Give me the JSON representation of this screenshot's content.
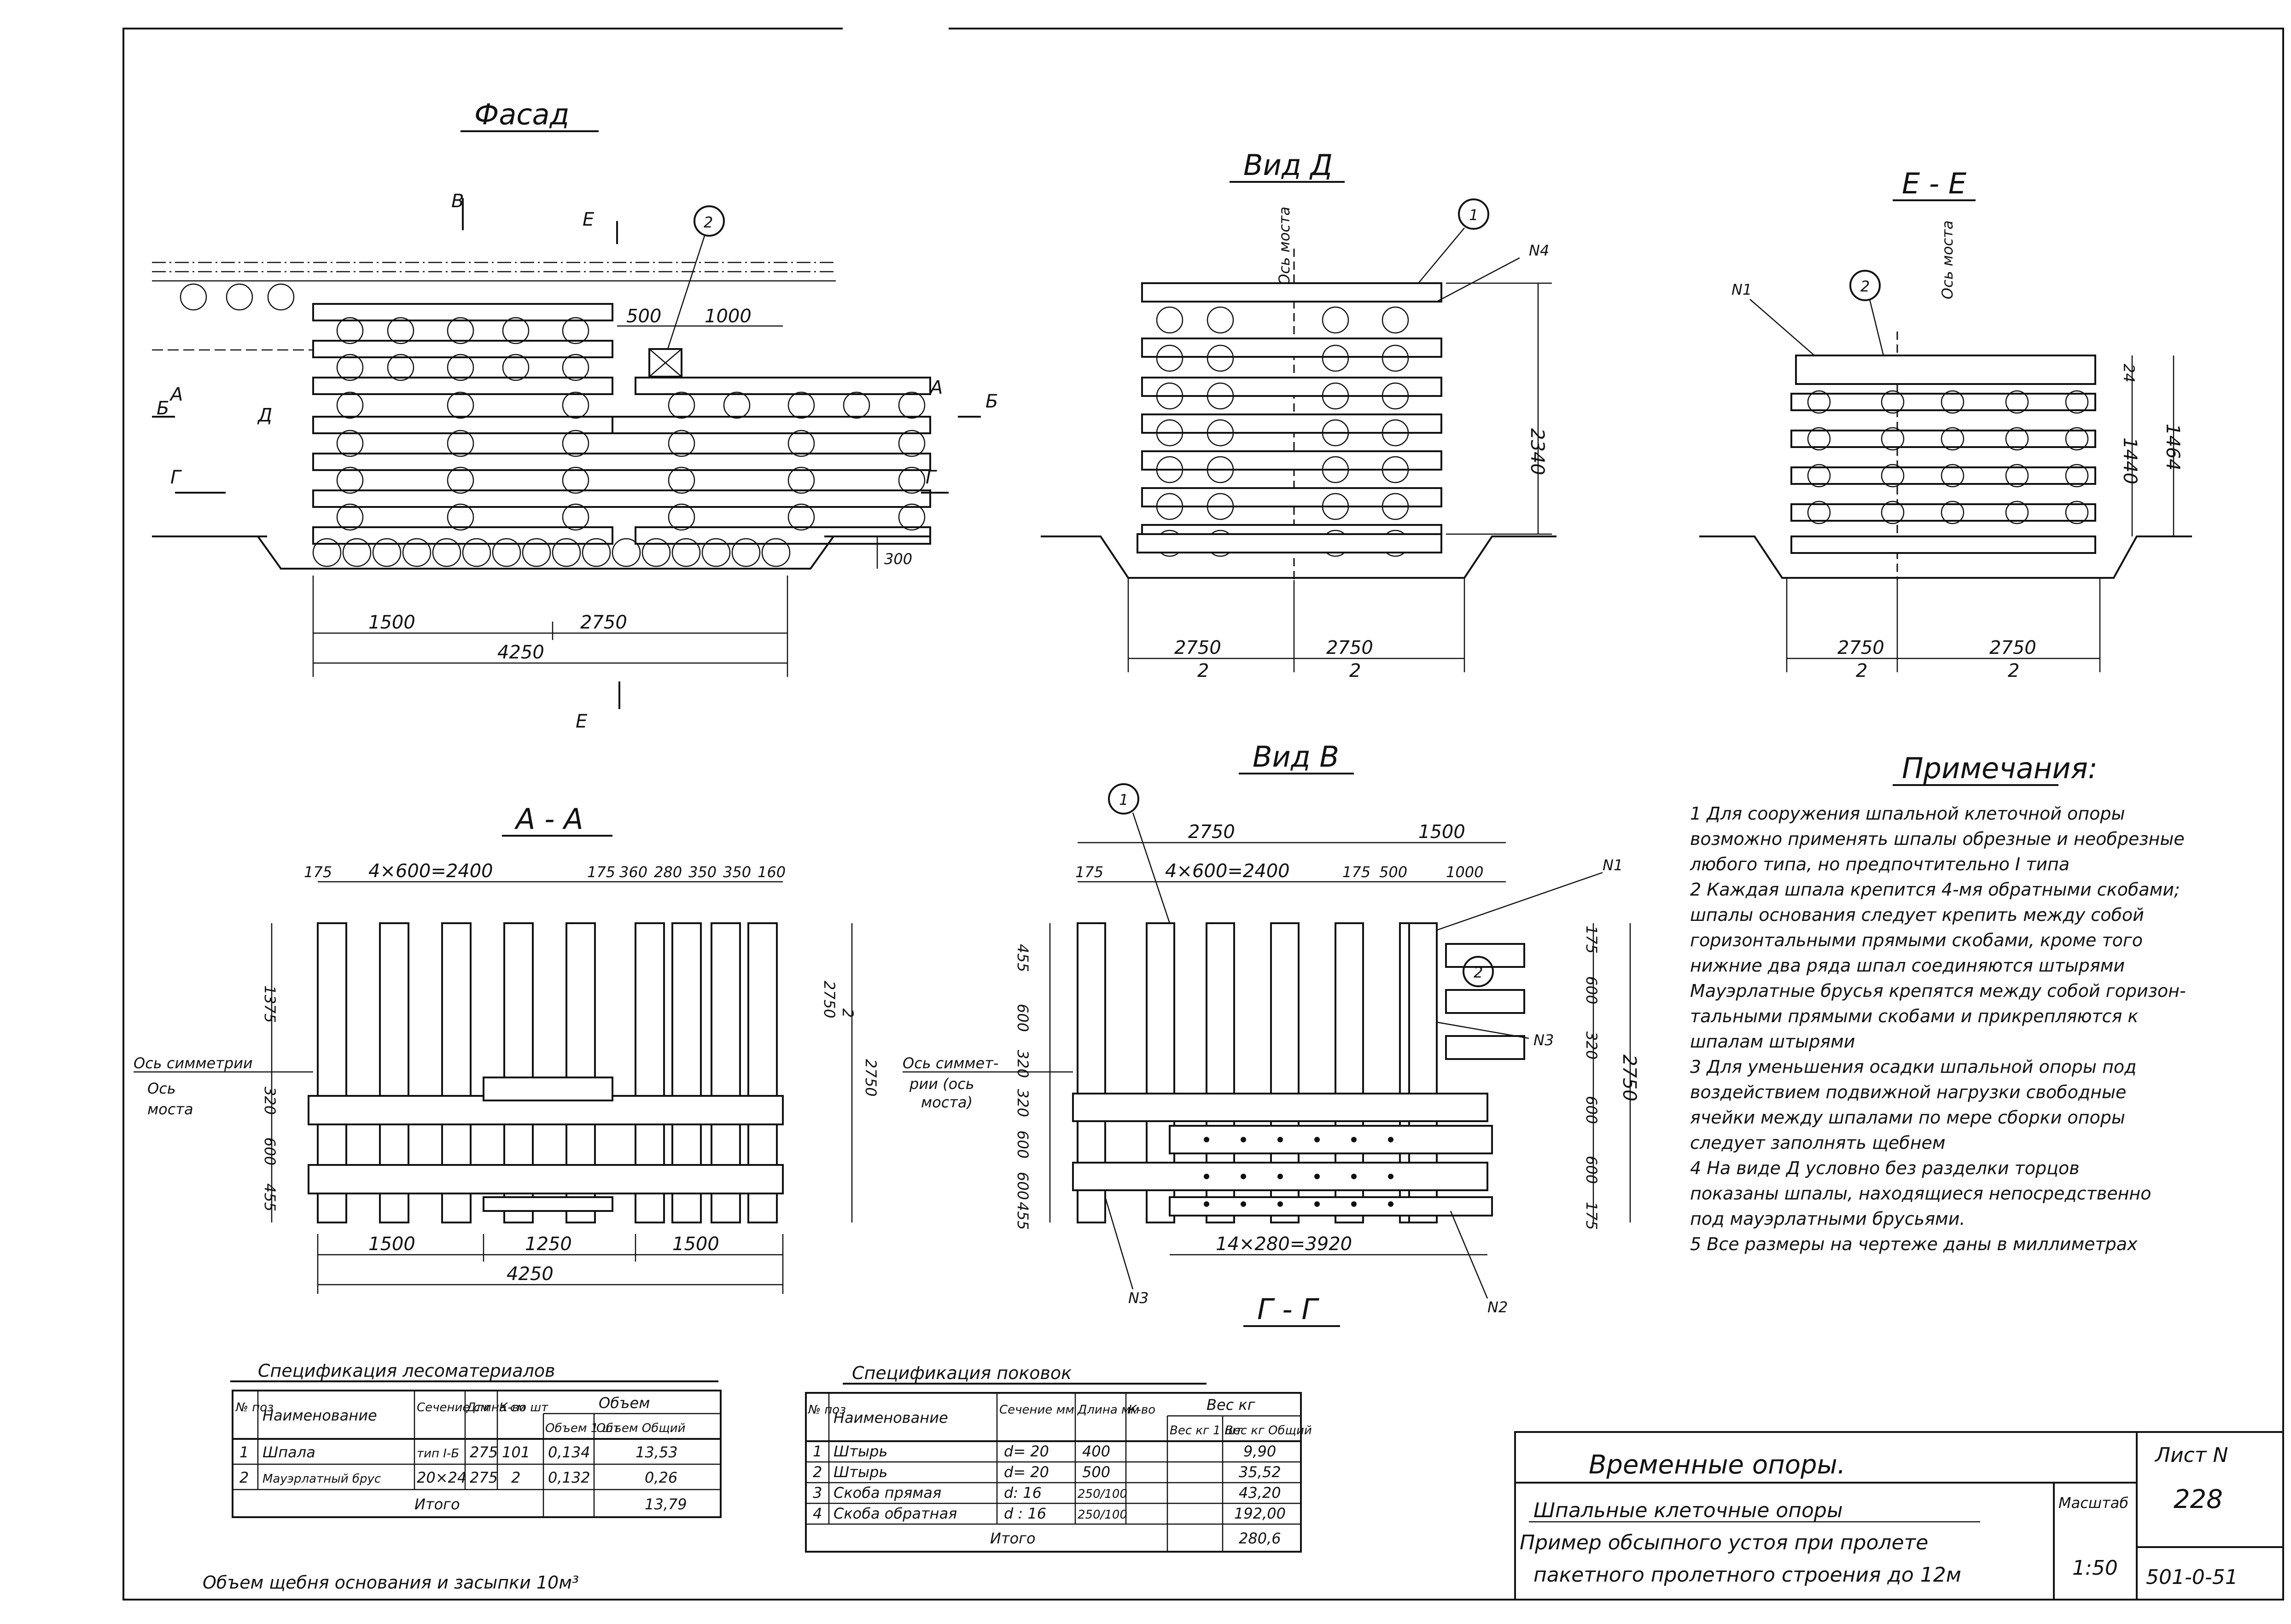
{
  "views": {
    "facade": {
      "title": "Фасад",
      "dims": [
        "1500",
        "2750",
        "4250",
        "500",
        "1000",
        "300"
      ],
      "markers": [
        "В",
        "Е",
        "А",
        "Б",
        "Д",
        "Г",
        "А",
        "Б",
        "Г",
        "Е"
      ],
      "callout": "2"
    },
    "view_d": {
      "title": "Вид Д",
      "axis": "Ось моста",
      "dims": [
        "2340",
        "2750",
        "2",
        "2750",
        "2"
      ],
      "callouts": [
        "1",
        "N4"
      ]
    },
    "section_ee": {
      "title": "Е - Е",
      "axis": "Ось моста",
      "dims": [
        "24",
        "1440",
        "1464",
        "2750",
        "2",
        "2750",
        "2"
      ],
      "callouts": [
        "N1",
        "2"
      ]
    },
    "section_aa": {
      "title": "А - А",
      "top_dims": [
        "175",
        "4×600=2400",
        "175",
        "360",
        "280",
        "350",
        "350",
        "160"
      ],
      "left_dims": [
        "1375",
        "320",
        "600",
        "455"
      ],
      "right_dims": [
        "2750",
        "2",
        "2750"
      ],
      "bottom_dims": [
        "1500",
        "1250",
        "1500",
        "4250"
      ],
      "axis_labels": [
        "Ось симметрии",
        "Ось",
        "моста"
      ]
    },
    "view_v": {
      "title": "Вид В",
      "top_dims": [
        "2750",
        "1500",
        "175",
        "4×600=2400",
        "175",
        "500",
        "1000"
      ],
      "left_dims": [
        "455",
        "600",
        "320",
        "320",
        "600",
        "600",
        "455"
      ],
      "right_dims": [
        "175",
        "600",
        "320",
        "600",
        "600",
        "175",
        "2750"
      ],
      "bottom_dims": [
        "14×280=3920"
      ],
      "axis_labels": [
        "Ось симмет-",
        "рии (ось",
        "моста)"
      ],
      "callouts": [
        "1",
        "N1",
        "2",
        "N3",
        "N3",
        "N2"
      ],
      "section": "Г - Г"
    }
  },
  "notes": {
    "title": "Примечания:",
    "lines": [
      "1 Для сооружения шпальной клеточной опоры",
      "возможно применять шпалы обрезные и необрезные",
      "любого типа, но предпочтительно I типа",
      "2 Каждая шпала крепится 4-мя обратными скобами;",
      "шпалы основания следует крепить между собой",
      "горизонтальными прямыми скобами, кроме того",
      "нижние два ряда шпал соединяются штырями",
      "Мауэрлатные брусья крепятся между собой горизон-",
      "тальными прямыми скобами и прикрепляются к",
      "шпалам штырями",
      "3 Для уменьшения осадки шпальной опоры под",
      "воздействием подвижной нагрузки свободные",
      "ячейки между шпалами по мере сборки опоры",
      "следует заполнять щебнем",
      "4 На виде Д условно без разделки торцов",
      "показаны шпалы, находящиеся непосредственно",
      "под мауэрлатными брусьями.",
      "5 Все размеры на чертеже даны в миллиметрах"
    ]
  },
  "spec_wood": {
    "title": "Спецификация лесоматериалов",
    "headers": [
      "№ поз",
      "Наименование",
      "Сечение см",
      "Длина см",
      "К-во шт",
      "Объем 1 шт",
      "Объем Общий"
    ],
    "head_groups": [
      "Объем"
    ],
    "rows": [
      [
        "1",
        "Шпала",
        "тип I-Б",
        "275",
        "101",
        "0,134",
        "13,53"
      ],
      [
        "2",
        "Мауэрлатный брус",
        "20×24",
        "275",
        "2",
        "0,132",
        "0,26"
      ]
    ],
    "total_label": "Итого",
    "total_value": "13,79"
  },
  "spec_fasteners": {
    "title": "Спецификация поковок",
    "headers": [
      "№ поз",
      "Наименование",
      "Сечение мм",
      "Длина мм",
      "К-во",
      "Вес кг 1 шт",
      "Вес кг Общий"
    ],
    "head_groups": [
      "Вес кг"
    ],
    "rows": [
      [
        "1",
        "Штырь",
        "d= 20",
        "400",
        "",
        "",
        "9,90"
      ],
      [
        "2",
        "Штырь",
        "d= 20",
        "500",
        "",
        "",
        "35,52"
      ],
      [
        "3",
        "Скоба прямая",
        "d: 16",
        "250/100",
        "",
        "",
        "43,20"
      ],
      [
        "4",
        "Скоба обратная",
        "d : 16",
        "250/100",
        "",
        "",
        "192,00"
      ]
    ],
    "total_label": "Итого",
    "total_value": "280,6"
  },
  "footnote": "Объем щебня основания и засыпки 10м³",
  "stamp": {
    "title": "Временные опоры.",
    "subtitle": "Шпальные клеточные опоры",
    "desc_1": "Пример обсыпного устоя при пролете",
    "desc_2": "пакетного пролетного строения до 12м",
    "scale_label": "Масштаб",
    "scale": "1:50",
    "sheet_label": "Лист N",
    "sheet": "228",
    "code": "501-0-51"
  }
}
